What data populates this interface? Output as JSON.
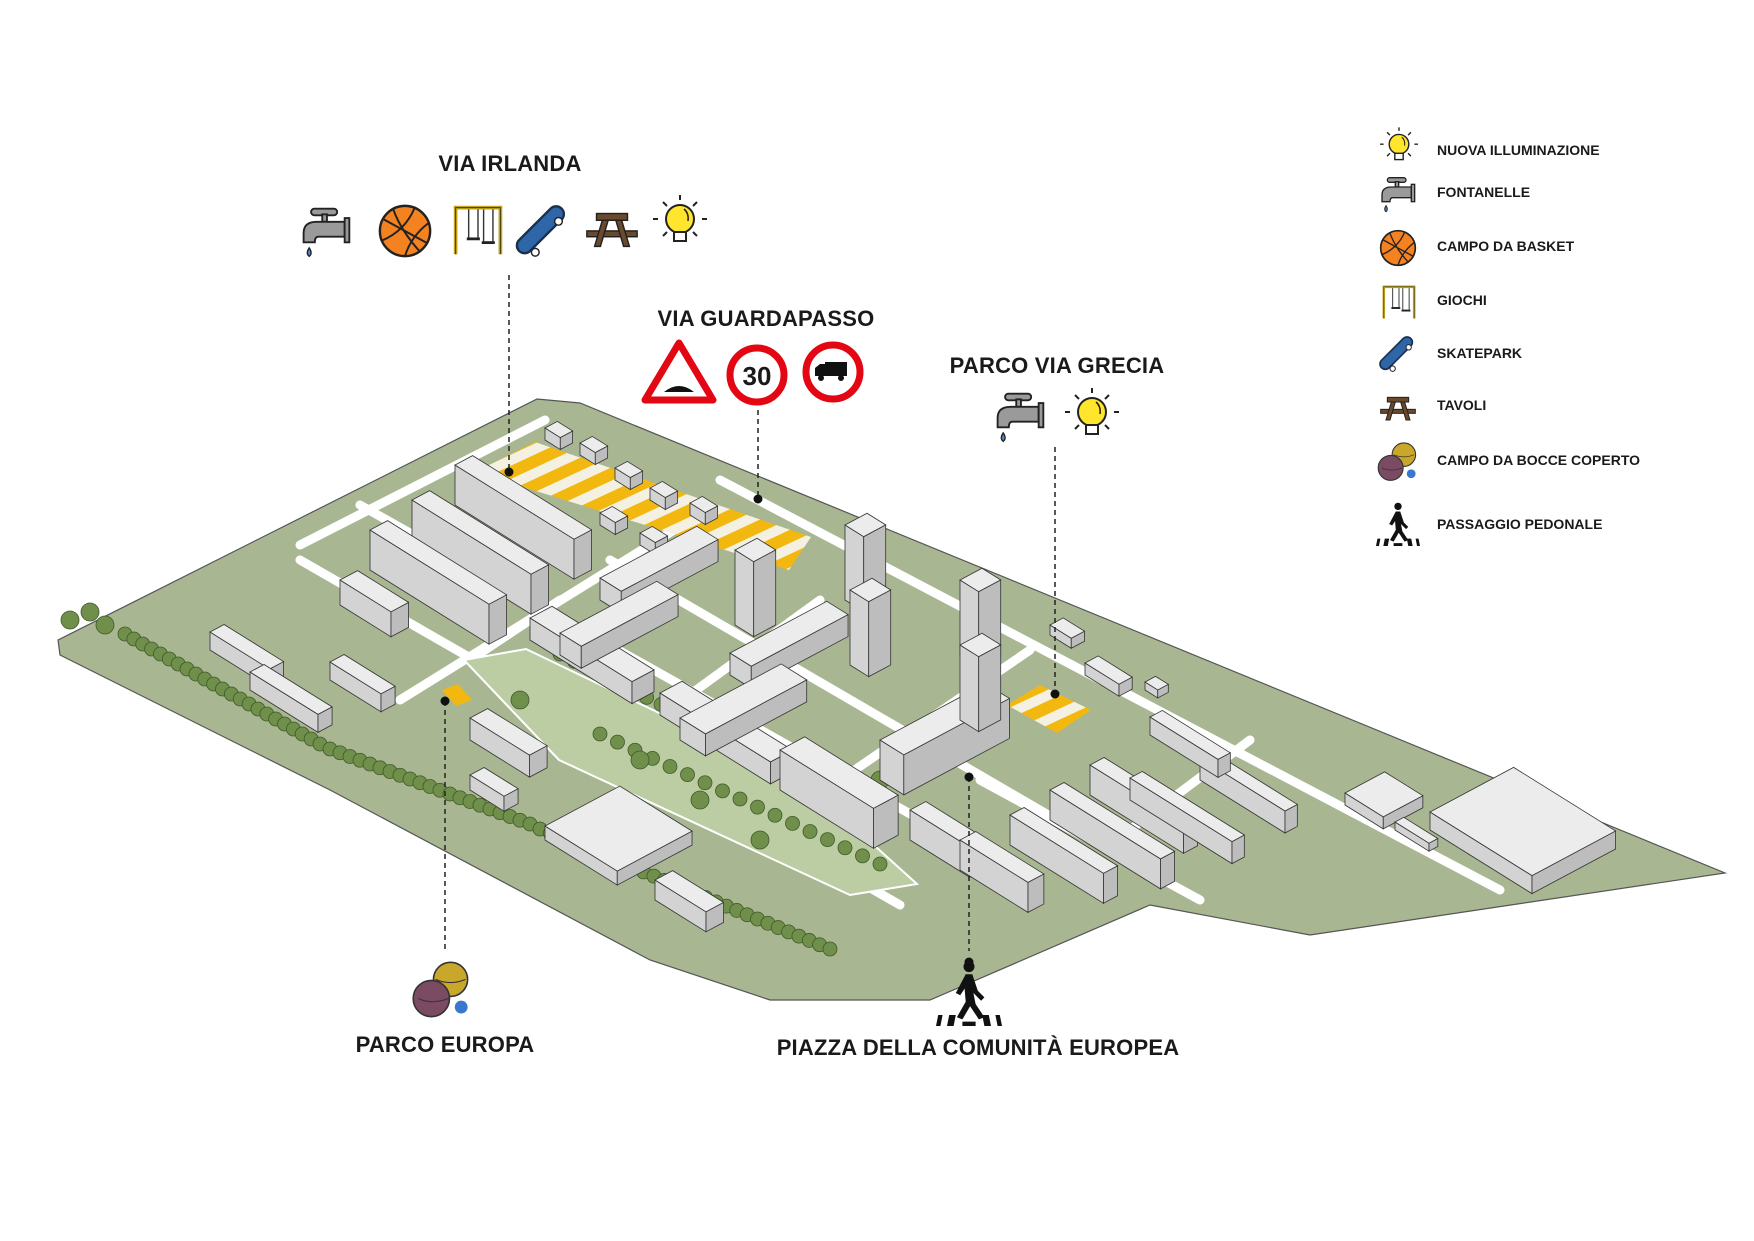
{
  "sites": {
    "via_irlanda": {
      "title": "VIA IRLANDA",
      "icons": [
        "tap-icon",
        "basketball-icon",
        "swing-icon",
        "skateboard-icon",
        "picnic-table-icon",
        "lightbulb-icon"
      ]
    },
    "via_guardapasso": {
      "title": "VIA GUARDAPASSO",
      "icons": [
        "speed-bump-sign-icon",
        "speed-limit-sign-icon",
        "no-trucks-sign-icon"
      ],
      "speed_limit": "30"
    },
    "parco_via_grecia": {
      "title": "PARCO VIA GRECIA",
      "icons": [
        "tap-icon",
        "lightbulb-icon"
      ]
    },
    "parco_europa": {
      "title": "PARCO EUROPA",
      "icons": [
        "bocce-icon"
      ]
    },
    "piazza": {
      "title": "PIAZZA DELLA COMUNITÀ EUROPEA",
      "icons": [
        "pedestrian-crossing-icon"
      ]
    }
  },
  "legend": [
    {
      "icon": "lightbulb-icon",
      "label": "NUOVA ILLUMINAZIONE"
    },
    {
      "icon": "tap-icon",
      "label": "FONTANELLE"
    },
    {
      "icon": "basketball-icon",
      "label": "CAMPO DA BASKET"
    },
    {
      "icon": "swing-icon",
      "label": "GIOCHI"
    },
    {
      "icon": "skateboard-icon",
      "label": "SKATEPARK"
    },
    {
      "icon": "picnic-table-icon",
      "label": "TAVOLI"
    },
    {
      "icon": "bocce-icon",
      "label": "CAMPO DA BOCCE COPERTO"
    },
    {
      "icon": "pedestrian-crossing-icon",
      "label": "PASSAGGIO PEDONALE"
    }
  ],
  "colors": {
    "ground": "#a8b692",
    "park": "#b9c9a0",
    "building_top": "#ececec",
    "highlight": "#f3b80f",
    "sign_red": "#e30613"
  }
}
